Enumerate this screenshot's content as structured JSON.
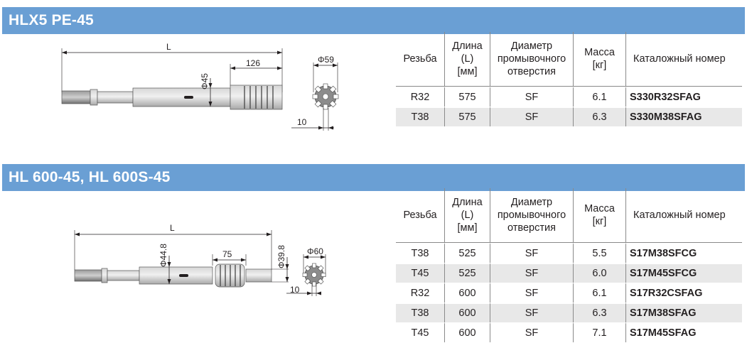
{
  "sections": [
    {
      "title": "HLX5 PE-45",
      "drawing": {
        "length_label": "L",
        "spline_length": "126",
        "body_diameter": "Φ45",
        "end_diameter": "Φ59",
        "spline_width": "10"
      },
      "headers": {
        "thread": "Резьба",
        "length": [
          "Длина",
          "(L)",
          "[мм]"
        ],
        "flush": [
          "Диаметр",
          "промывочного",
          "отверстия"
        ],
        "mass": [
          "Масса",
          "[кг]"
        ],
        "catalog": "Каталожный номер"
      },
      "rows": [
        {
          "thread": "R32",
          "length": "575",
          "flush": "SF",
          "mass": "6.1",
          "catalog": "S330R32SFAG"
        },
        {
          "thread": "T38",
          "length": "575",
          "flush": "SF",
          "mass": "6.3",
          "catalog": "S330M38SFAG"
        }
      ]
    },
    {
      "title": "HL 600-45, HL 600S-45",
      "drawing": {
        "length_label": "L",
        "spline_length": "75",
        "body_diameter": "Φ44.8",
        "front_diameter": "Φ39.8",
        "end_diameter": "Φ60",
        "spline_width": "10"
      },
      "headers": {
        "thread": "Резьба",
        "length": [
          "Длина",
          "(L)",
          "[мм]"
        ],
        "flush": [
          "Диаметр",
          "промывочного",
          "отверстия"
        ],
        "mass": [
          "Масса",
          "[кг]"
        ],
        "catalog": "Каталожный номер"
      },
      "rows": [
        {
          "thread": "T38",
          "length": "525",
          "flush": "SF",
          "mass": "5.5",
          "catalog": "S17M38SFCG"
        },
        {
          "thread": "T45",
          "length": "525",
          "flush": "SF",
          "mass": "6.0",
          "catalog": "S17M45SFCG"
        },
        {
          "thread": "R32",
          "length": "600",
          "flush": "SF",
          "mass": "6.1",
          "catalog": "S17R32CSFAG"
        },
        {
          "thread": "T38",
          "length": "600",
          "flush": "SF",
          "mass": "6.3",
          "catalog": "S17M38SFAG"
        },
        {
          "thread": "T45",
          "length": "600",
          "flush": "SF",
          "mass": "7.1",
          "catalog": "S17M45SFAG"
        }
      ]
    }
  ]
}
